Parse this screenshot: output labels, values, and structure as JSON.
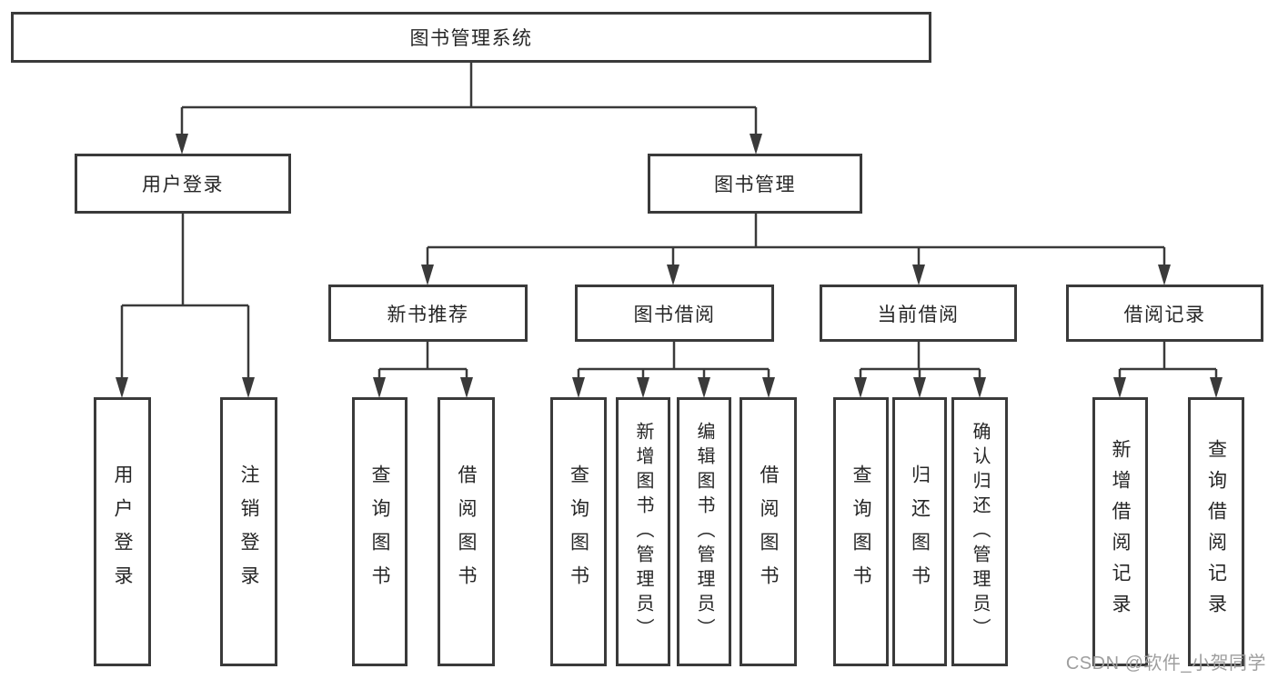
{
  "tree": {
    "label": "图书管理系统",
    "children": [
      {
        "label": "用户登录",
        "children": [
          {
            "label": "用户登录"
          },
          {
            "label": "注销登录"
          }
        ]
      },
      {
        "label": "图书管理",
        "children": [
          {
            "label": "新书推荐",
            "children": [
              {
                "label": "查询图书"
              },
              {
                "label": "借阅图书"
              }
            ]
          },
          {
            "label": "图书借阅",
            "children": [
              {
                "label": "查询图书"
              },
              {
                "label": "新增图书（管理员）"
              },
              {
                "label": "编辑图书（管理员）"
              },
              {
                "label": "借阅图书"
              }
            ]
          },
          {
            "label": "当前借阅",
            "children": [
              {
                "label": "查询图书"
              },
              {
                "label": "归还图书"
              },
              {
                "label": "确认归还（管理员）"
              }
            ]
          },
          {
            "label": "借阅记录",
            "children": [
              {
                "label": "新增借阅记录"
              },
              {
                "label": "查询借阅记录"
              }
            ]
          }
        ]
      }
    ]
  },
  "watermark": {
    "text": "CSDN @软件_小贺同学"
  },
  "colors": {
    "line": "#3a3a3a",
    "text": "#262626",
    "watermark": "#9e9e9e",
    "background": "#ffffff"
  }
}
